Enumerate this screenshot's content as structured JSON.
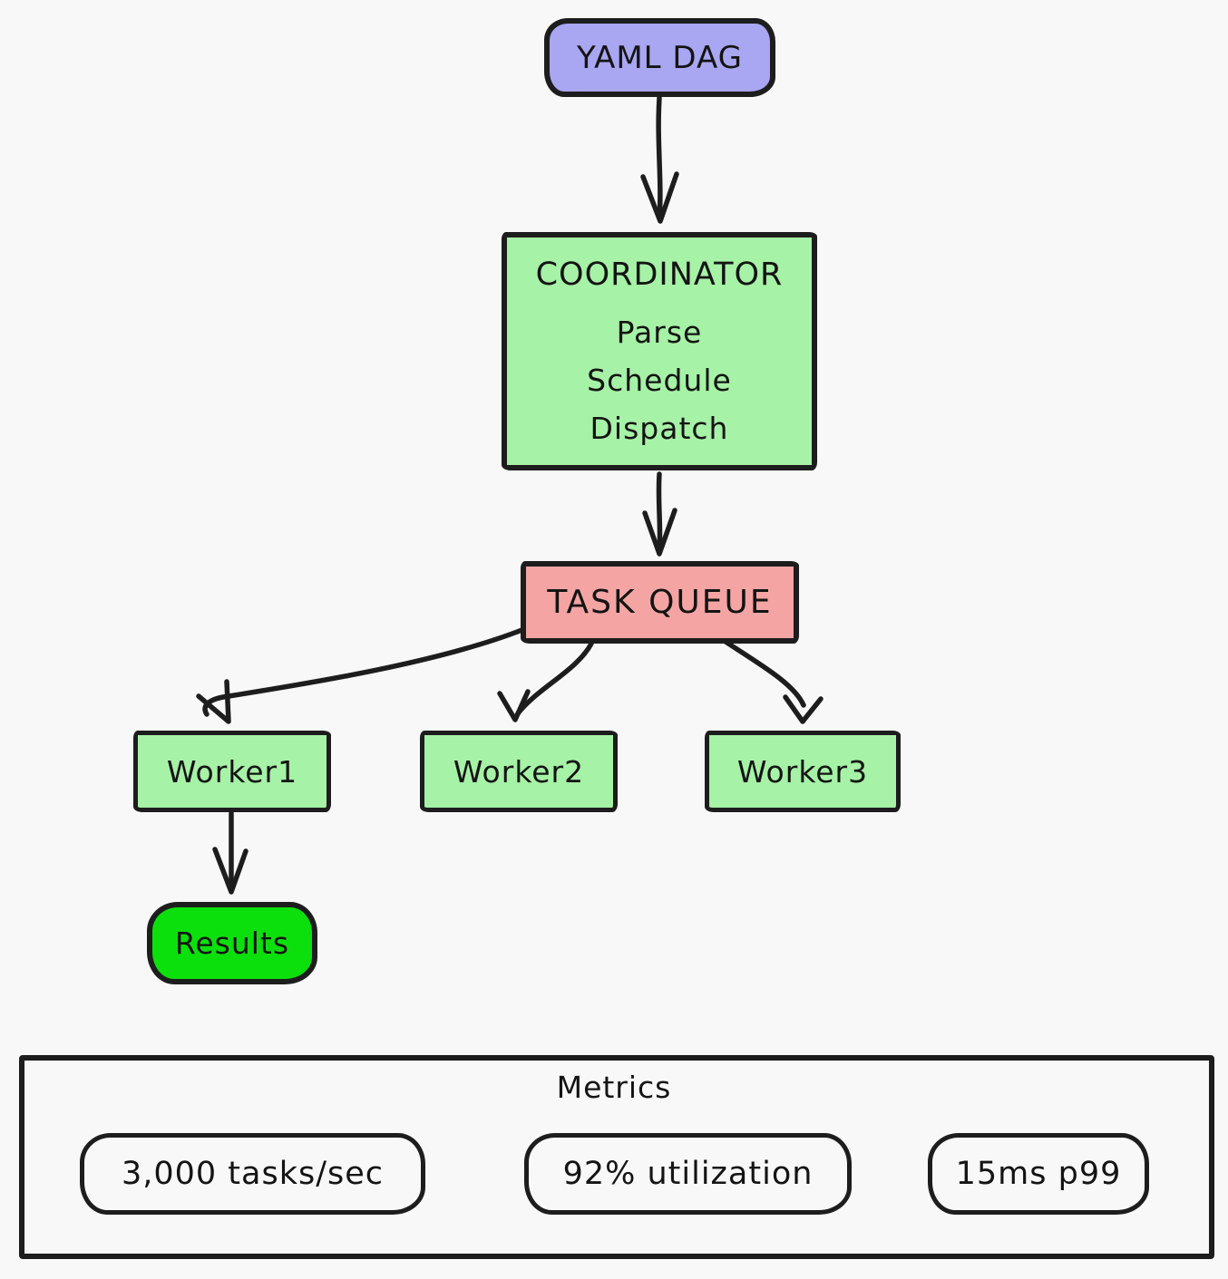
{
  "diagram": {
    "background": "#f8f8f8",
    "stroke": "#1d1d1d",
    "yaml_dag": {
      "label": "YAML DAG",
      "fill": "#a9a6f2"
    },
    "coordinator": {
      "title": "COORDINATOR",
      "steps": [
        "Parse",
        "Schedule",
        "Dispatch"
      ],
      "fill": "#a6f2a6"
    },
    "task_queue": {
      "label": "TASK QUEUE",
      "fill": "#f5a4a4"
    },
    "workers": [
      {
        "label": "Worker1",
        "fill": "#a6f2a6"
      },
      {
        "label": "Worker2",
        "fill": "#a6f2a6"
      },
      {
        "label": "Worker3",
        "fill": "#a6f2a6"
      }
    ],
    "results": {
      "label": "Results",
      "fill": "#0ce00c"
    }
  },
  "metrics": {
    "title": "Metrics",
    "items": [
      {
        "label": "3,000 tasks/sec"
      },
      {
        "label": "92% utilization"
      },
      {
        "label": "15ms p99"
      }
    ]
  }
}
